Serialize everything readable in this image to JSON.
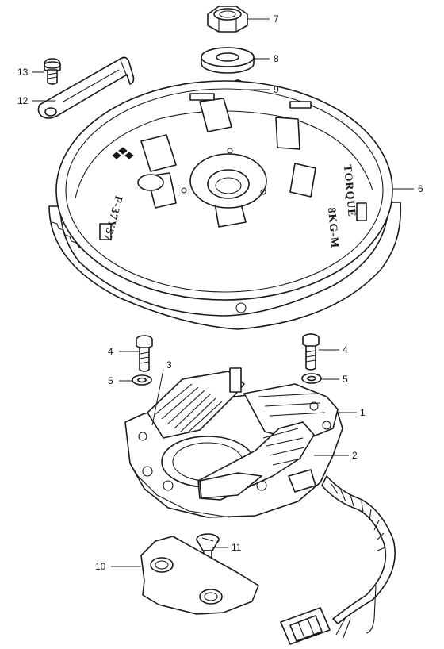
{
  "callouts": {
    "c1": "1",
    "c2": "2",
    "c3": "3",
    "c4a": "4",
    "c4b": "4",
    "c5a": "5",
    "c5b": "5",
    "c6": "6",
    "c7": "7",
    "c8": "8",
    "c9": "9",
    "c10": "10",
    "c11": "11",
    "c12": "12",
    "c13": "13"
  },
  "engraving": {
    "part_no": "F-37Y57",
    "torque": "TORQUE",
    "spec": "8KG-M"
  }
}
